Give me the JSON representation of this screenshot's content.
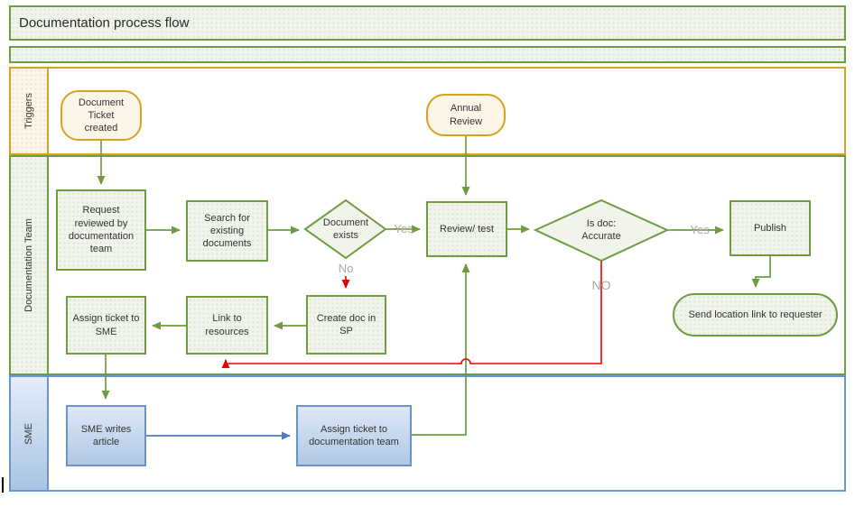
{
  "title": "Documentation process flow",
  "lanes": [
    {
      "label": "Triggers"
    },
    {
      "label": "Documentation Team"
    },
    {
      "label": "SME"
    }
  ],
  "nodes": {
    "doc_ticket": {
      "label": "Document Ticket created",
      "type": "trigger"
    },
    "annual_review": {
      "label": "Annual Review",
      "type": "trigger"
    },
    "request_reviewed": {
      "label": "Request reviewed by documentation team",
      "type": "process"
    },
    "search_existing": {
      "label": "Search for existing documents",
      "type": "process"
    },
    "document_exists": {
      "label": "Document exists",
      "type": "decision"
    },
    "review_test": {
      "label": "Review/ test",
      "type": "process"
    },
    "is_doc_accurate": {
      "label": "Is doc: Accurate",
      "type": "decision"
    },
    "publish": {
      "label": "Publish",
      "type": "process"
    },
    "send_location": {
      "label": "Send location link to requester",
      "type": "terminator"
    },
    "assign_sme": {
      "label": "Assign ticket to SME",
      "type": "process"
    },
    "link_resources": {
      "label": "Link to resources",
      "type": "process"
    },
    "create_doc_sp": {
      "label": "Create doc in SP",
      "type": "process"
    },
    "sme_writes": {
      "label": "SME writes article",
      "type": "process"
    },
    "assign_doc_team": {
      "label": "Assign ticket to documentation team",
      "type": "process"
    }
  },
  "edge_labels": {
    "doc_exists_yes": "Yes",
    "doc_exists_no": "No",
    "accurate_yes": "Yes",
    "accurate_no": "NO"
  },
  "colors": {
    "green": "#6f9c41",
    "green_fill": "#f0f4eb",
    "orange": "#d4a321",
    "orange_fill": "#fdf5e8",
    "blue_border": "#6a94c8",
    "blue_fill_top": "#dce9f8",
    "blue_fill_bottom": "#b0c7e4",
    "blue_arrow": "#4a7ebb",
    "red_arrow": "#ee0000",
    "gray_label": "#a8a8a8",
    "text": "#333333"
  }
}
